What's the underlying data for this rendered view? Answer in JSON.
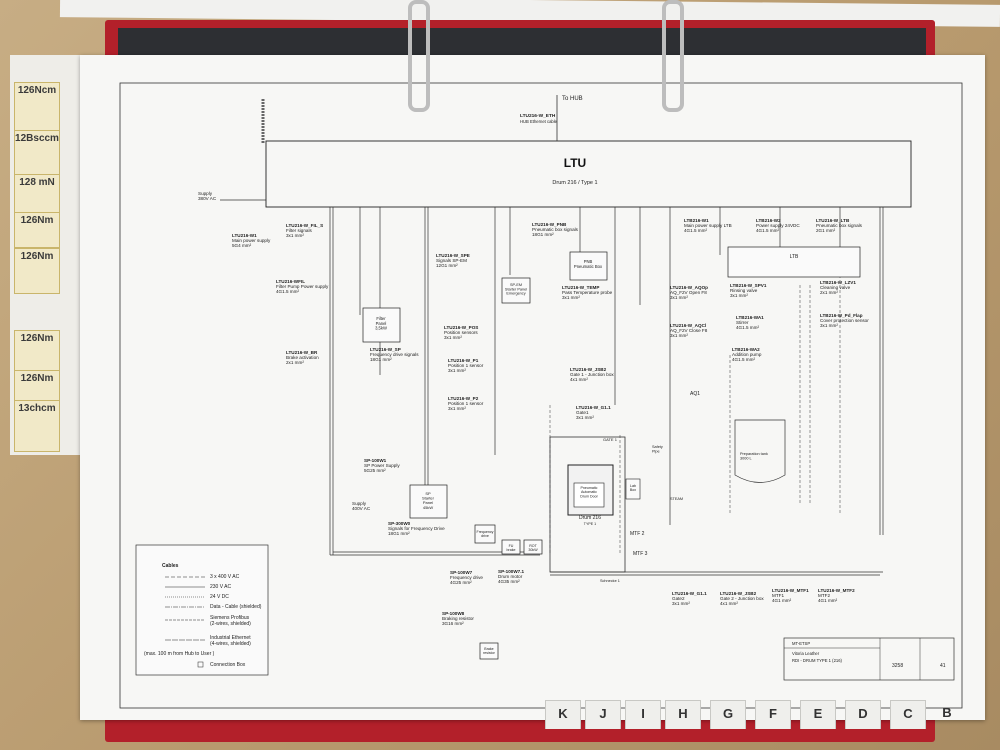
{
  "header": {
    "to_hub": "To HUB",
    "eth_cable_id": "LTU216-W_ETH",
    "eth_cable_desc": "HUB Ethernet cable"
  },
  "main_unit": {
    "title": "LTU",
    "subtitle": "Drum 216  /  Type 1"
  },
  "supplies": {
    "supply_380": "Supply\n380V AC",
    "supply_400": "Supply\n400V AC"
  },
  "cables": [
    {
      "id": "LTU216-W_FIL_S",
      "desc": "Filter signals",
      "spec": "3x1 mm²"
    },
    {
      "id": "LTU216-W1",
      "desc": "Main power supply",
      "spec": "5G4 mm²"
    },
    {
      "id": "LTU216-WFIL",
      "desc": "Filter Pump Power supply",
      "spec": "4G1.5 mm²"
    },
    {
      "id": "LTU216-W_BR",
      "desc": "Brake activation",
      "spec": "2x1 mm²"
    },
    {
      "id": "LTU216-W_SP",
      "desc": "Frequency drive signals",
      "spec": "18G1 mm²"
    },
    {
      "id": "LTU216-W_SPE",
      "desc": "Signals SP-EM",
      "spec": "12G1 mm²"
    },
    {
      "id": "LTU216-W_PNB",
      "desc": "Pneumatic box signals",
      "spec": "18G1 mm²"
    },
    {
      "id": "LTU216-W_TEMP",
      "desc": "Pass Temperature probe",
      "spec": "3x1 mm²"
    },
    {
      "id": "LTU216-W_POS",
      "desc": "Position sensors",
      "spec": "3x1 mm²"
    },
    {
      "id": "LTU216-W_P1",
      "desc": "Position 1 sensor",
      "spec": "3x1 mm²"
    },
    {
      "id": "LTU216-W_P2",
      "desc": "Position 1 sensor",
      "spec": "3x1 mm²"
    },
    {
      "id": "LTU216-W_JSB2",
      "desc": "Gate 1 - Junction box",
      "spec": "4x1 mm²"
    },
    {
      "id": "LTU216-W_G1.1",
      "desc": "Gate1",
      "spec": "3x1 mm²"
    },
    {
      "id": "LTB216-W1",
      "desc": "Main power supply LTB",
      "spec": "4G1.5 mm²"
    },
    {
      "id": "LTB216-W2",
      "desc": "Power supply 24VDC",
      "spec": "4G1.5 mm²"
    },
    {
      "id": "LTU216-W_LTB",
      "desc": "Pneumatic box signals",
      "spec": "2G1 mm²"
    },
    {
      "id": "LTU216-W_AQOp",
      "desc": "AQ_F2V Open F8",
      "spec": "3x1 mm²"
    },
    {
      "id": "LTU216-W_AQCl",
      "desc": "AQ_F2V Close F8",
      "spec": "3x1 mm²"
    },
    {
      "id": "LTB216-W_SPV1",
      "desc": "Rinsing valve",
      "spec": "3x1 mm²"
    },
    {
      "id": "LTB216-WA1",
      "desc": "Stirrer",
      "spec": "4G1.5 mm²"
    },
    {
      "id": "LTB216-WA2",
      "desc": "Addition pump",
      "spec": "4G1.5 mm²"
    },
    {
      "id": "LTB216-W_LZV1",
      "desc": "Cleaning valve",
      "spec": "2x1 mm²"
    },
    {
      "id": "LTB216-W_Pd_Flap",
      "desc": "Cover protection sensor",
      "spec": "3x1 mm²"
    },
    {
      "id": "SP-100W1",
      "desc": "SP Power Supply",
      "spec": "5G25 mm²"
    },
    {
      "id": "SP-300W0",
      "desc": "Signals for Frequency Drive",
      "spec": "18G1 mm²"
    },
    {
      "id": "SP-100W7",
      "desc": "Frequency drive",
      "spec": "4G25 mm²"
    },
    {
      "id": "SP-100W7.1",
      "desc": "Drum motor",
      "spec": "4G35 mm²"
    },
    {
      "id": "SP-100W8",
      "desc": "Braking resistor",
      "spec": "3G16 mm²"
    },
    {
      "id": "LTU216-W_G1.1",
      "desc": "Gate2",
      "spec": "3x1 mm²"
    },
    {
      "id": "LTU216-W_JSB2",
      "desc": "Gate 2 - Junction box",
      "spec": "4x1 mm²"
    },
    {
      "id": "LTU216-W_MTF1",
      "desc": "MTF1",
      "spec": "4G1 mm²"
    },
    {
      "id": "LTU216-W_MTF2",
      "desc": "MTF2",
      "spec": "4G1 mm²"
    }
  ],
  "boxes": {
    "filter_panel": "Filter\nPanel\n3,5kW",
    "sp_em": "SP-EM\nStarter Panel\nEmergency",
    "pnb": "PNB\nPneumatic Box",
    "ltb": "LTB",
    "sp_starter": "SP\nStarter\nPanel\n45kW",
    "freq_drive": "Frequency\ndrive",
    "fu_brake": "FU\nbrake",
    "rot": "ROT\n30kW",
    "brake_resistor": "Brake\nresistor",
    "drum_center": "Pneumatic\nAutomatic\nDrum Door",
    "drum": "Drum 216",
    "drum_type": "TYPE 1",
    "lab_box": "Lab\nBox",
    "prep_tank": "Preparation tank\n3000 L",
    "aq1": "AQ1",
    "gate1": "GATE 1",
    "mtf2": "MTF 2",
    "mtf3": "MTF 3",
    "steam": "STEAM",
    "schnecke": "Schnecke 1",
    "safety": "Safety\nPipe"
  },
  "legend": {
    "title": "Cables",
    "items": [
      "3 x 400 V AC",
      "230 V AC",
      "24 V DC",
      "Data - Cable (shielded)",
      "Siemens Profibus\n(2-wires, shielded)",
      "Industrial Ethernet\n(4-wires, shielded)",
      "(max. 100 m  from Hub to User )",
      "Connection Box"
    ]
  },
  "title_block": {
    "company": "MT-ETSP",
    "project": "Vitoria Leather",
    "drawing": "RDI - DRUM TYPE 1 (216)",
    "number": "3258",
    "sheet": "41"
  },
  "divider_tabs": [
    "K",
    "J",
    "I",
    "H",
    "G",
    "F",
    "E",
    "D",
    "C",
    "B"
  ],
  "sticky_notes": [
    "126Ncm",
    "12Bsccm",
    "128 mN",
    "126Nm",
    "126Nm",
    "126Nm",
    "126Nm",
    "13chcm"
  ]
}
